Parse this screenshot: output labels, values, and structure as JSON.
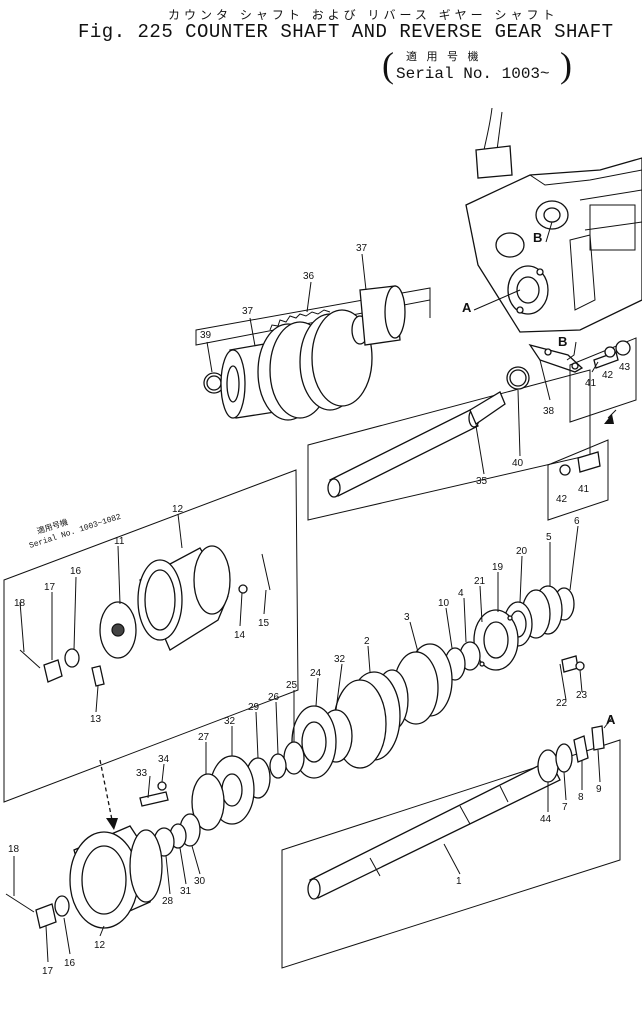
{
  "header": {
    "japanese_title": "カウンタ シャフト および リバース ギヤー シャフト",
    "figure_title": "Fig. 225 COUNTER SHAFT AND REVERSE GEAR SHAFT",
    "applicable_jp": "適 用 号 機",
    "serial_range": "Serial No. 1003~"
  },
  "inset": {
    "applicable_jp": "適用号機",
    "serial_range": "Serial No. 1003~1082"
  },
  "callouts": {
    "A": "A",
    "B": "B",
    "p1": "1",
    "p2": "2",
    "p3": "3",
    "p4": "4",
    "p5": "5",
    "p6": "6",
    "p7": "7",
    "p8": "8",
    "p9": "9",
    "p10": "10",
    "p11": "11",
    "p12": "12",
    "p13": "13",
    "p14": "14",
    "p15": "15",
    "p16": "16",
    "p17": "17",
    "p18": "18",
    "p19": "19",
    "p20": "20",
    "p21": "21",
    "p22": "22",
    "p23": "23",
    "p24": "24",
    "p25": "25",
    "p26": "26",
    "p27": "27",
    "p28": "28",
    "p29": "29",
    "p30": "30",
    "p31": "31",
    "p32": "32",
    "p33": "33",
    "p34": "34",
    "p35": "35",
    "p36": "36",
    "p37": "37",
    "p38": "38",
    "p39": "39",
    "p40": "40",
    "p41": "41",
    "p42": "42",
    "p43": "43",
    "p44": "44"
  }
}
